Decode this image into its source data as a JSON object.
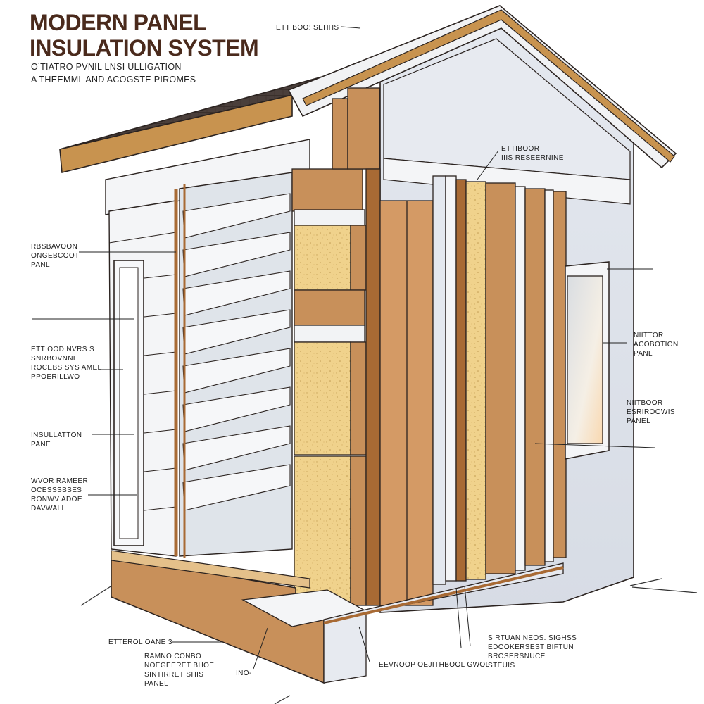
{
  "title": {
    "line1": "MODERN PANEL",
    "line2": "INSULATION SYSTEM",
    "subtitle1": "OʼTIATRO PVNIL LNSI ULLIGATION",
    "subtitle2": "A THEEMML AND ACOGSTE PIROMES"
  },
  "labels": {
    "top_center": "ETTIBOO: SEHHS",
    "exterior_top": "ETTIBOOR\nIIIS RESEERNINE",
    "left_1": "RBSBAVOON\nONGEBCOOT\nPANL",
    "left_2": "ETTIOOD NVRS S\nSNRBOVNNE\nROCEBS SYS AMEL\nPPOERILLWO",
    "left_3": "INSULLATTON\nPANE",
    "left_4": "WVOR RAMEER\nOCESSSBSES\nRONWV ADOE\nDAVWALL",
    "right_1": "NIITTOR\nACOBOTION\nPANL",
    "right_2": "NIITBOOR\nESRIROOWIS\nPANEL",
    "bottom_left": "ETTEROL OANE   3",
    "bottom_left_2": "RAMNO CONBO\nNOEGEERET BHOE\nSINTIRRET SHIS\nPANEL",
    "bottom_ino": "INO-",
    "bottom_center": "EEVNOOP OEJITHBOOL GWOL",
    "bottom_right": "SIRTUAN NEOS. SIGHSS\nEDOOKERSEST BIFTUN\nBROSERSNUCE\nSTEUIS"
  },
  "colors": {
    "roof": "#4a3f3b",
    "fascia": "#c8934f",
    "wall": "#e8eaee",
    "siding": "#f2f3f5",
    "insulation": "#f0d28c",
    "wood": "#c8905a",
    "dark_wood": "#a86a34",
    "outline": "#2b2320",
    "title": "#4a2a1c"
  }
}
